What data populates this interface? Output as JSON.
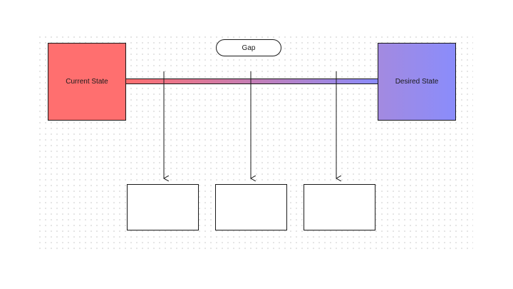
{
  "diagram": {
    "current_state": {
      "label": "Current State",
      "color": "#ff6f6f"
    },
    "desired_state": {
      "label": "Desired State",
      "color": "#8a8cfb"
    },
    "gap": {
      "label": "Gap"
    },
    "gradient": {
      "from": "#ff6f6f",
      "to": "#8a8cfb"
    },
    "boxes": [
      {
        "label": ""
      },
      {
        "label": ""
      },
      {
        "label": ""
      }
    ],
    "arrow_count": 3
  }
}
